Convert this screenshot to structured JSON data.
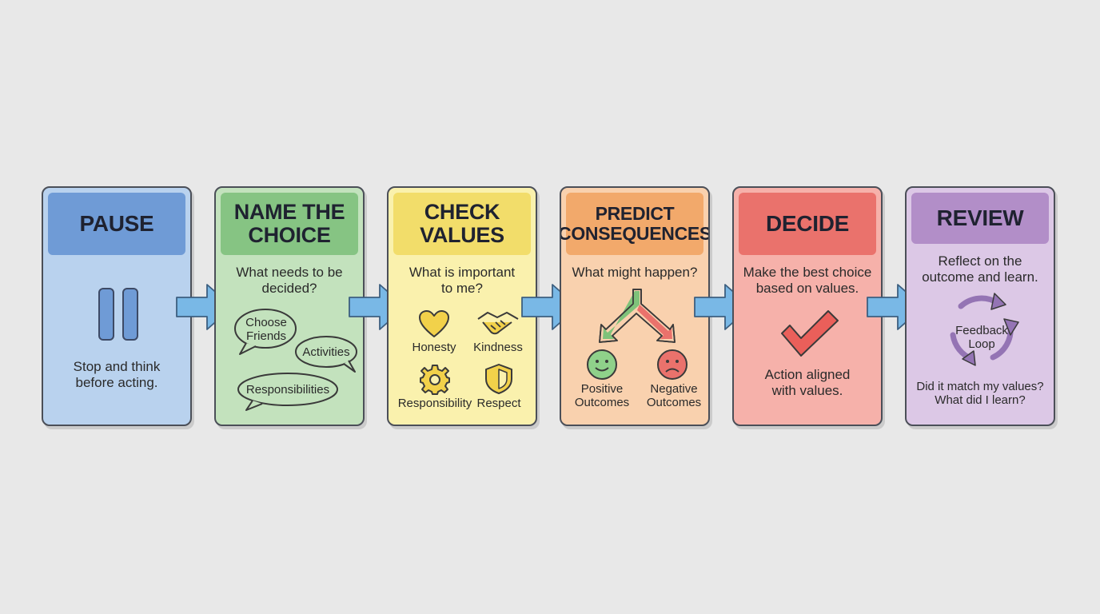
{
  "steps": [
    {
      "title": "PAUSE",
      "text": "Stop and think\nbefore acting."
    },
    {
      "title": "NAME THE\nCHOICE",
      "text": "What needs to be\ndecided?",
      "bubbles": [
        "Choose\nFriends",
        "Activities",
        "Responsibilities"
      ]
    },
    {
      "title": "CHECK\nVALUES",
      "text": "What is important\nto me?",
      "values": [
        "Honesty",
        "Kindness",
        "Responsibility",
        "Respect"
      ]
    },
    {
      "title": "PREDICT\nCONSEQUENCES",
      "text": "What might happen?",
      "outcomes": [
        "Positive\nOutcomes",
        "Negative\nOutcomes"
      ]
    },
    {
      "title": "DECIDE",
      "text": "Make the best choice\nbased on values.",
      "text2": "Action aligned\nwith values."
    },
    {
      "title": "REVIEW",
      "text": "Reflect on the\noutcome and learn.",
      "loop": "Feedback\nLoop",
      "text2": "Did it match my values?\nWhat did I learn?"
    }
  ],
  "colors": {
    "background": "#e8e8e8",
    "pause": [
      "#b9d2ee",
      "#6f9bd6"
    ],
    "name": [
      "#c3e2bd",
      "#86c483"
    ],
    "check": [
      "#faf1ad",
      "#f2dd6a"
    ],
    "predict": [
      "#f9d1ae",
      "#f2a96b"
    ],
    "decide": [
      "#f6b1aa",
      "#ea726c"
    ],
    "review": [
      "#dcc8e6",
      "#b28ec8"
    ],
    "arrow": "#79b8e6"
  },
  "icons": [
    "pause-icon",
    "speech-bubble-icon",
    "heart-icon",
    "handshake-icon",
    "gear-icon",
    "shield-icon",
    "branch-arrow-icon",
    "smiley-icon",
    "frown-icon",
    "checkmark-icon",
    "cycle-icon"
  ]
}
